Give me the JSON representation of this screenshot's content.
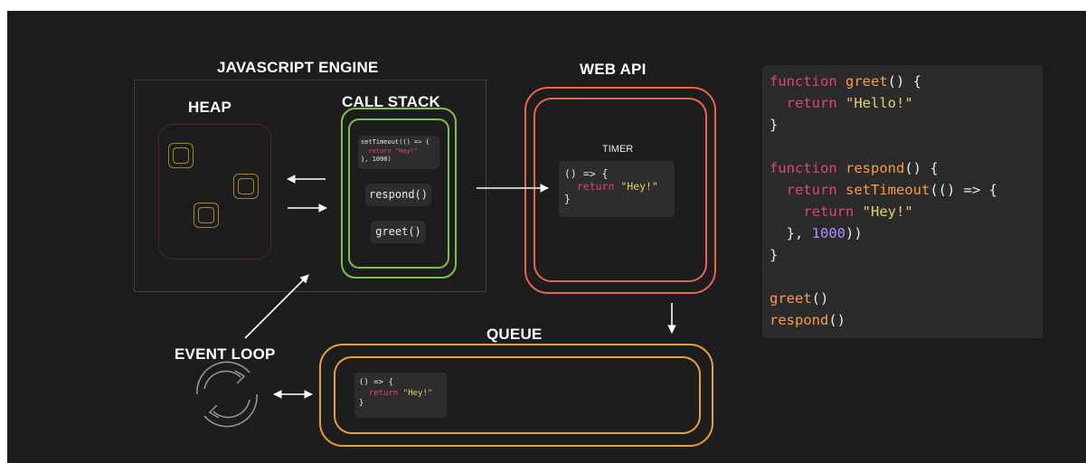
{
  "labels": {
    "engine": "JAVASCRIPT ENGINE",
    "heap": "HEAP",
    "call_stack": "CALL STACK",
    "web_api": "WEB API",
    "timer": "TIMER",
    "queue": "QUEUE",
    "event_loop": "EVENT LOOP"
  },
  "call_stack": {
    "top_frame_lines": [
      "setTimeout(() => {",
      "  return \"Hey!\"",
      "}, 1000)"
    ],
    "frames": [
      "respond()",
      "greet()"
    ]
  },
  "timer_callback": {
    "line1": "() => {",
    "line2_kw": "return",
    "line2_str": "\"Hey!\"",
    "line3": "}"
  },
  "queue_callback": {
    "line1": "() => {",
    "line2_kw": "return",
    "line2_str": "\"Hey!\"",
    "line3": "}"
  },
  "code_panel": {
    "lines": [
      [
        {
          "t": "function ",
          "k": "kw"
        },
        {
          "t": "greet",
          "k": "fn"
        },
        {
          "t": "() {",
          "k": "plain"
        }
      ],
      [
        {
          "t": "  ",
          "k": "plain"
        },
        {
          "t": "return ",
          "k": "kw"
        },
        {
          "t": "\"Hello!\"",
          "k": "str"
        }
      ],
      [
        {
          "t": "}",
          "k": "plain"
        }
      ],
      [],
      [
        {
          "t": "function ",
          "k": "kw"
        },
        {
          "t": "respond",
          "k": "fn"
        },
        {
          "t": "() {",
          "k": "plain"
        }
      ],
      [
        {
          "t": "  ",
          "k": "plain"
        },
        {
          "t": "return ",
          "k": "kw"
        },
        {
          "t": "setTimeout",
          "k": "fn"
        },
        {
          "t": "(() => {",
          "k": "plain"
        }
      ],
      [
        {
          "t": "    ",
          "k": "plain"
        },
        {
          "t": "return ",
          "k": "kw"
        },
        {
          "t": "\"Hey!\"",
          "k": "str"
        }
      ],
      [
        {
          "t": "  }, ",
          "k": "plain"
        },
        {
          "t": "1000",
          "k": "num"
        },
        {
          "t": "))",
          "k": "plain"
        }
      ],
      [
        {
          "t": "}",
          "k": "plain"
        }
      ],
      [],
      [
        {
          "t": "greet",
          "k": "fn"
        },
        {
          "t": "()",
          "k": "plain"
        }
      ],
      [
        {
          "t": "respond",
          "k": "fn"
        },
        {
          "t": "()",
          "k": "plain"
        }
      ]
    ]
  },
  "colors": {
    "background": "#1d1d1d",
    "call_stack": "#7cc242",
    "web_api": "#e9654e",
    "queue": "#e9a038",
    "heap": "#8a2a2a",
    "keyword": "#e0466a",
    "function": "#ff9a3c",
    "string": "#e5cf6a",
    "number": "#b58cff"
  }
}
